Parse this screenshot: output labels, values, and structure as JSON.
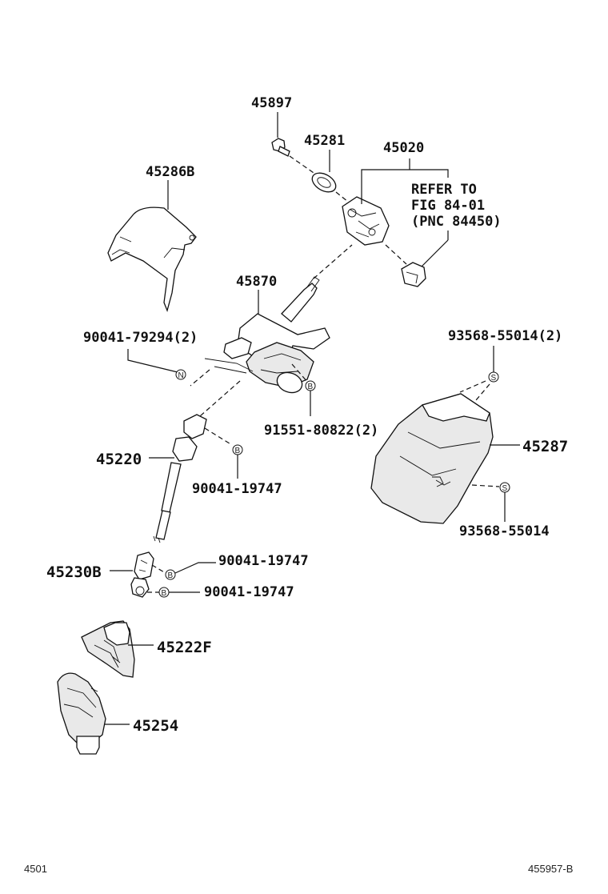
{
  "diagram": {
    "parts": {
      "p45897": "45897",
      "p45281": "45281",
      "p45020": "45020",
      "p45286B": "45286B",
      "p45870": "45870",
      "p90041_79294": "90041-79294(2)",
      "p93568_55014_2": "93568-55014(2)",
      "p91551_80822": "91551-80822(2)",
      "p45287": "45287",
      "p45220": "45220",
      "p90041_19747_a": "90041-19747",
      "p93568_55014": "93568-55014",
      "p45230B": "45230B",
      "p90041_19747_b": "90041-19747",
      "p90041_19747_c": "90041-19747",
      "p45222F": "45222F",
      "p45254": "45254"
    },
    "refer": {
      "line1": "REFER TO",
      "line2": "FIG 84-01",
      "line3": "(PNC 84450)"
    },
    "symbols": {
      "n": "N",
      "b": "B",
      "s": "S"
    },
    "footer": {
      "left": "4501",
      "right": "455957-B"
    }
  }
}
